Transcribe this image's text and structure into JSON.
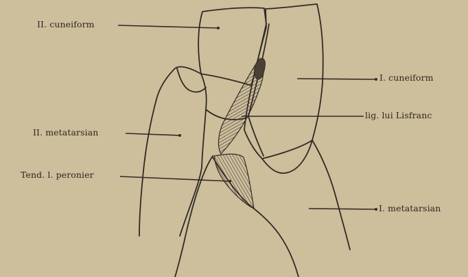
{
  "figure": {
    "labels": {
      "cuneiform_2": "II. cuneiform",
      "cuneiform_1": "I. cuneiform",
      "ligament": "lig. lui Lisfranc",
      "metatarsal_2": "II. metatarsian",
      "tendon": "Tend. l. peronier",
      "metatarsal_1": "I. metatarsian"
    },
    "colors": {
      "paper": "#cdbe9c",
      "ink": "#2f2a24"
    }
  }
}
